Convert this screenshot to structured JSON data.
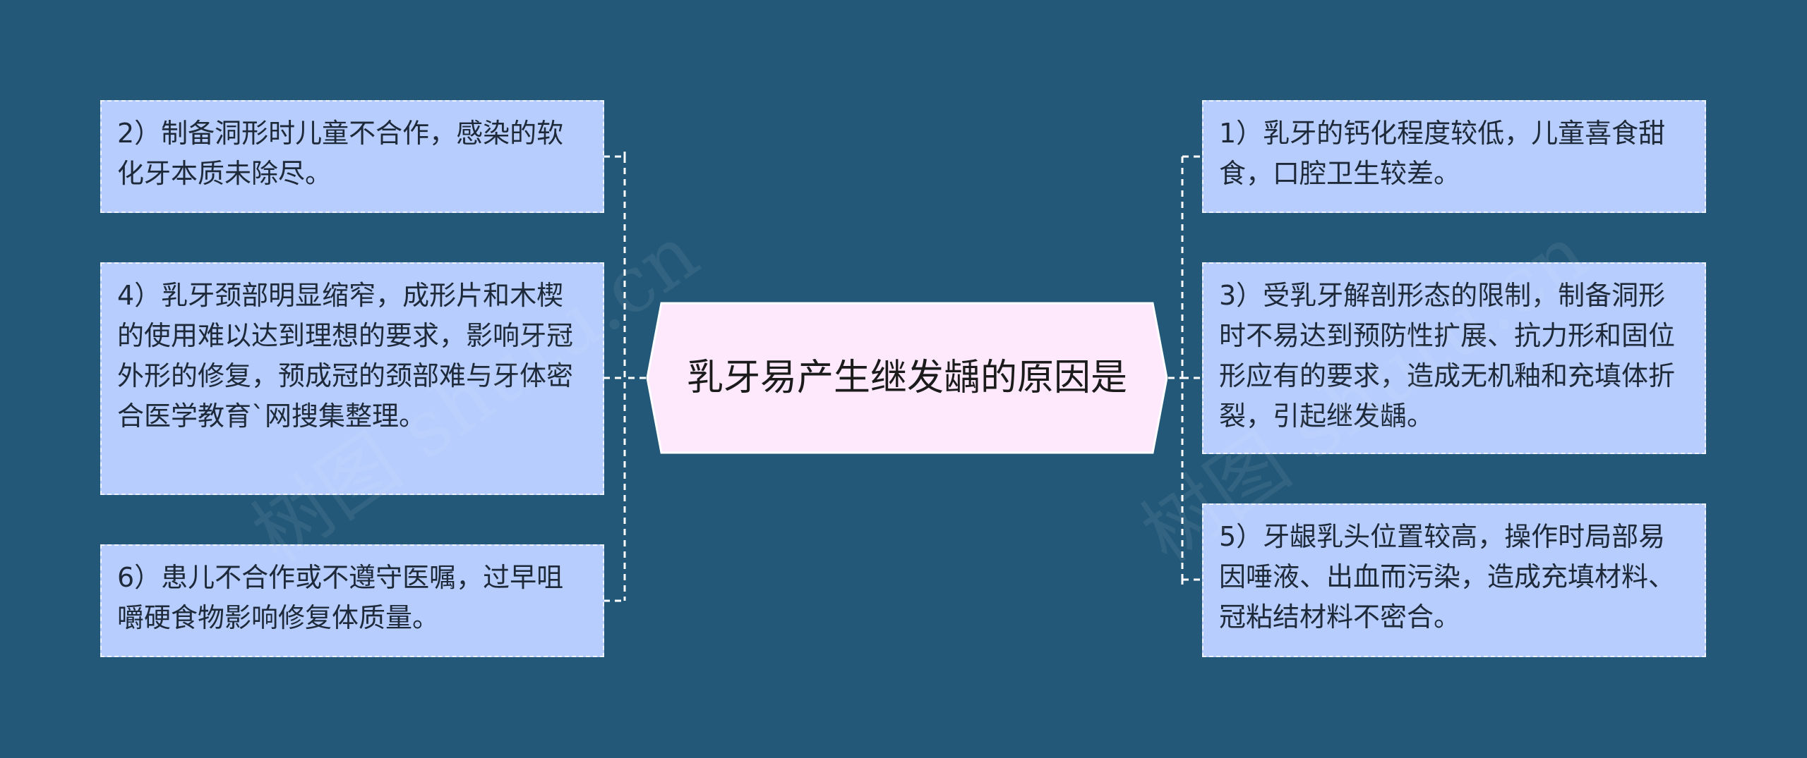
{
  "center": {
    "title": "乳牙易产生继发龋的原因是"
  },
  "left_nodes": [
    {
      "text": "2）制备洞形时儿童不合作，感染的软化牙本质未除尽。"
    },
    {
      "text": "4）乳牙颈部明显缩窄，成形片和木楔的使用难以达到理想的要求，影响牙冠外形的修复，预成冠的颈部难与牙体密合医学教育`网搜集整理。"
    },
    {
      "text": "6）患儿不合作或不遵守医嘱，过早咀嚼硬食物影响修复体质量。"
    }
  ],
  "right_nodes": [
    {
      "text": "1）乳牙的钙化程度较低，儿童喜食甜食，口腔卫生较差。"
    },
    {
      "text": "3）受乳牙解剖形态的限制，制备洞形时不易达到预防性扩展、抗力形和固位形应有的要求，造成无机釉和充填体折裂，引起继发龋。"
    },
    {
      "text": "5）牙龈乳头位置较高，操作时局部易因唾液、出血而污染，造成充填材料、冠粘结材料不密合。"
    }
  ],
  "watermarks": [
    "树图 shutu.cn",
    "树图 shutu.cn"
  ],
  "colors": {
    "background": "#235878",
    "node_fill": "#b7cdfd",
    "center_fill": "#fde8fc",
    "connector": "#ffffff"
  }
}
